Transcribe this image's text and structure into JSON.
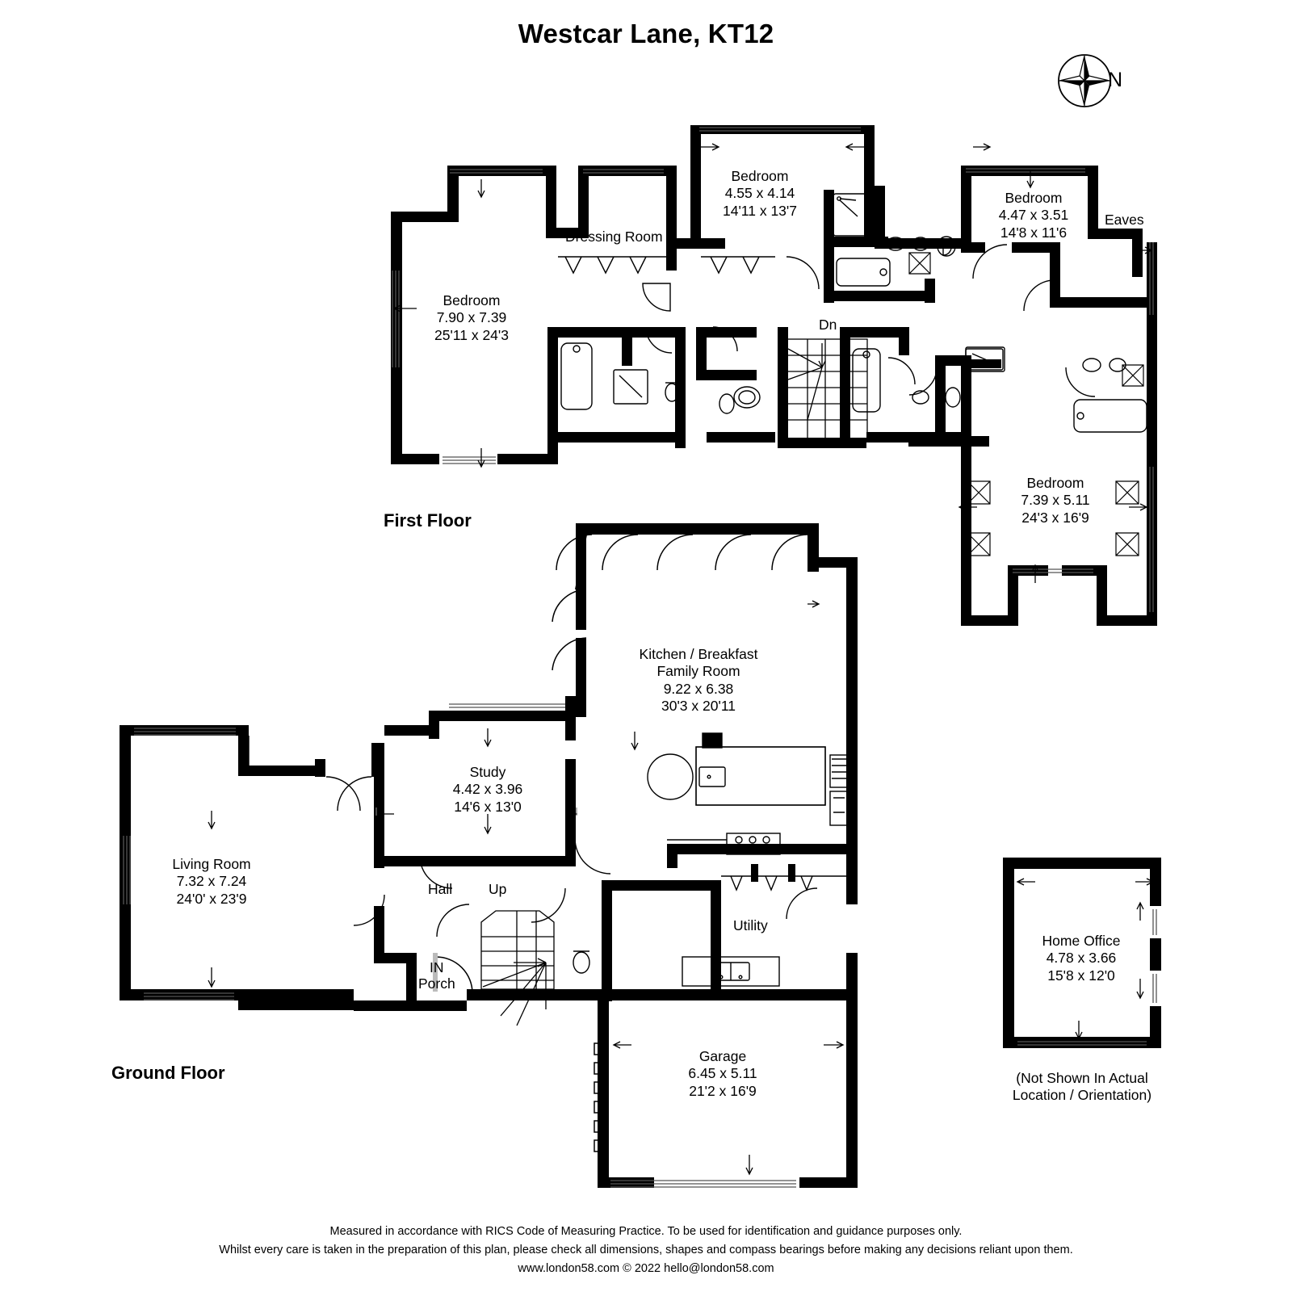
{
  "document": {
    "title": "Westcar Lane, KT12",
    "compass_label": "N",
    "compass_icon": "compass-rose-icon"
  },
  "floors": [
    {
      "id": "first-floor",
      "label": "First Floor",
      "rooms": [
        {
          "name": "Bedroom",
          "metric": "4.55 x 4.14",
          "imperial": "14'11 x 13'7"
        },
        {
          "name": "Bedroom",
          "metric": "4.47 x 3.51",
          "imperial": "14'8 x 11'6"
        },
        {
          "name": "Bedroom",
          "metric": "7.90 x 7.39",
          "imperial": "25'11 x 24'3"
        },
        {
          "name": "Bedroom",
          "metric": "7.39 x 5.11",
          "imperial": "24'3 x 16'9"
        },
        {
          "name": "Dressing Room",
          "metric": "",
          "imperial": ""
        },
        {
          "name": "Eaves",
          "metric": "",
          "imperial": ""
        }
      ],
      "annotations": [
        {
          "text": "Dn"
        }
      ]
    },
    {
      "id": "ground-floor",
      "label": "Ground Floor",
      "rooms": [
        {
          "name": "Kitchen / Breakfast",
          "name2": "Family Room",
          "metric": "9.22 x 6.38",
          "imperial": "30'3 x 20'11"
        },
        {
          "name": "Study",
          "metric": "4.42 x 3.96",
          "imperial": "14'6 x 13'0"
        },
        {
          "name": "Living Room",
          "metric": "7.32 x 7.24",
          "imperial": "24'0' x 23'9"
        },
        {
          "name": "Garage",
          "metric": "6.45 x 5.11",
          "imperial": "21'2 x 16'9"
        },
        {
          "name": "Hall",
          "metric": "",
          "imperial": ""
        },
        {
          "name": "Utility",
          "metric": "",
          "imperial": ""
        },
        {
          "name": "Porch",
          "metric": "",
          "imperial": ""
        }
      ],
      "annotations": [
        {
          "text": "Up"
        },
        {
          "text": "IN"
        }
      ]
    }
  ],
  "outbuilding": {
    "name": "Home Office",
    "metric": "4.78 x 3.66",
    "imperial": "15'8 x 12'0",
    "note_line1": "(Not Shown In Actual",
    "note_line2": "Location / Orientation)"
  },
  "footer": {
    "line1": "Measured in accordance with RICS Code of Measuring Practice. To be used for identification and guidance purposes only.",
    "line2": "Whilst every care is taken in the preparation of this plan, please check all dimensions, shapes and compass bearings before making any decisions reliant upon them.",
    "line3": "www.london58.com © 2022 hello@london58.com"
  },
  "colors": {
    "wall": "#000000",
    "fixture_line": "#9a9a9a",
    "background": "#ffffff"
  }
}
